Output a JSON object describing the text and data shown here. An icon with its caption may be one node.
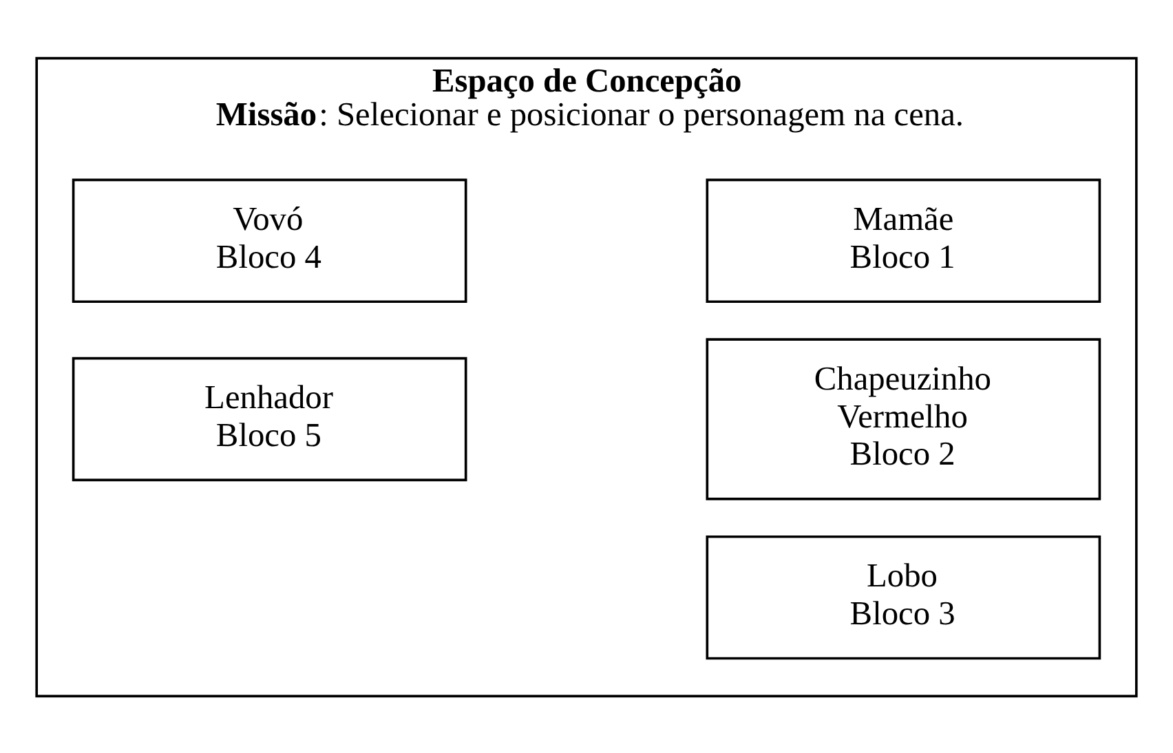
{
  "diagram": {
    "nodes": [
      {
        "text": [
          "Espaço de Concepção",
          "**Missão**: Selecionar e posicionar o personagem na cena."
        ]
      },
      {
        "text": [
          "Mamãe",
          "Bloco 1"
        ],
        "in": 0
      },
      {
        "text": [
          "Vovó",
          "Bloco 4"
        ],
        "in": 0
      },
      {
        "text": [
          "Chapeuzinho Vermelho",
          "Bloco 2"
        ],
        "in": 0
      },
      {
        "text": [
          "Lenhador",
          "Bloco 5"
        ],
        "in": 0
      },
      {
        "text": [
          "Lobo",
          "Bloco 3"
        ],
        "in": 0
      }
    ],
    "edges": []
  }
}
